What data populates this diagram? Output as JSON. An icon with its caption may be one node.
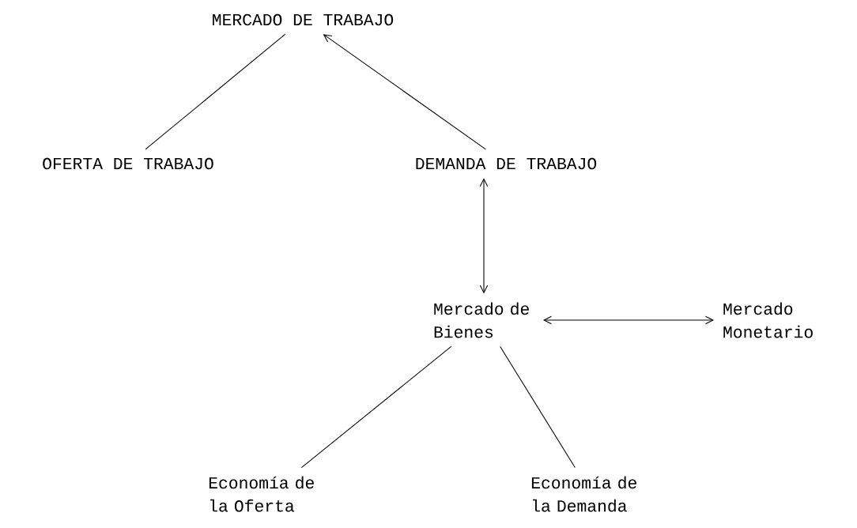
{
  "diagram": {
    "nodes": [
      {
        "text": [
          "MERCADO DE TRABAJO"
        ]
      },
      {
        "text": [
          "OFERTA DE TRABAJO"
        ]
      },
      {
        "text": [
          "DEMANDA DE TRABAJO"
        ]
      },
      {
        "text": [
          "Mercado de Bienes"
        ]
      },
      {
        "text": [
          "Mercado Monetario"
        ]
      },
      {
        "text": [
          "Economía de la Oferta"
        ]
      },
      {
        "text": [
          "Economía de la Demanda"
        ]
      }
    ],
    "edges": [
      {
        "from": 1,
        "to": 0,
        "arrow": "none"
      },
      {
        "from": 2,
        "to": 0,
        "arrow": "to"
      },
      {
        "from": 2,
        "to": 3,
        "arrow": "both"
      },
      {
        "from": 3,
        "to": 4,
        "arrow": "both"
      },
      {
        "from": 3,
        "to": 5,
        "arrow": "none"
      },
      {
        "from": 3,
        "to": 6,
        "arrow": "none"
      }
    ]
  }
}
